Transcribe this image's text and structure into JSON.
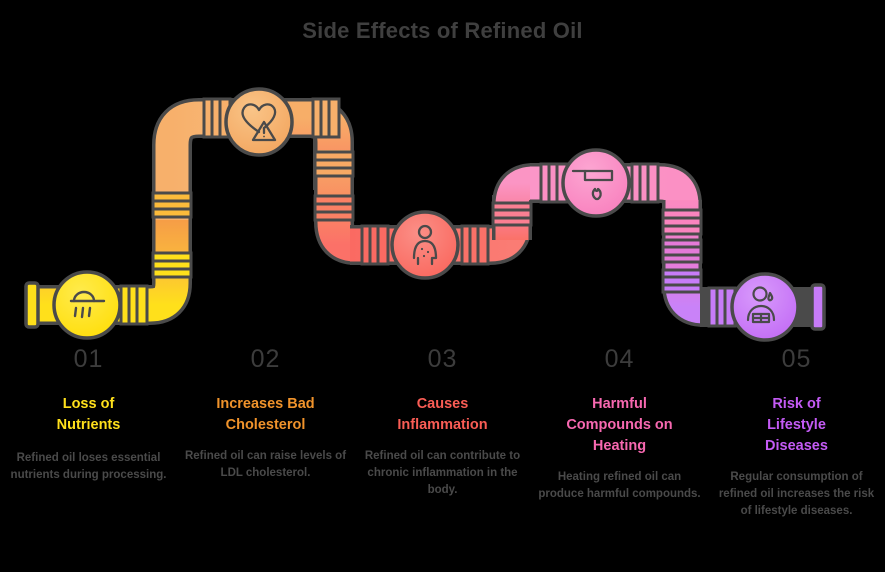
{
  "header": {
    "title": "Side Effects of Refined Oil",
    "title_color": "#3f3f3f"
  },
  "theme": {
    "background": "#000000",
    "outline": "#4a4a4a",
    "number_color": "#3c3c3c",
    "description_color": "#4a4a4a"
  },
  "steps": [
    {
      "number": "01",
      "title": "Loss of Nutrients",
      "title_line1": "Loss of",
      "title_line2": "Nutrients",
      "description": "Refined oil loses essential nutrients during processing.",
      "color": "#FFE01B",
      "color_light": "#FFEF66",
      "icon": "strainer-drip-icon"
    },
    {
      "number": "02",
      "title": "Increases Bad Cholesterol",
      "title_line1": "Increases Bad",
      "title_line2": "Cholesterol",
      "description": "Refined oil can raise levels of LDL cholesterol.",
      "color": "#F0932B",
      "color_light": "#F7B26A",
      "icon": "heart-warning-icon"
    },
    {
      "number": "03",
      "title": "Causes Inflammation",
      "title_line1": "Causes",
      "title_line2": "Inflammation",
      "description": "Refined oil can contribute to chronic inflammation in the body.",
      "color": "#FA5D55",
      "color_light": "#FC8E88",
      "icon": "inflamed-body-icon"
    },
    {
      "number": "04",
      "title": "Harmful Compounds on Heating",
      "title_line1": "Harmful",
      "title_line2": "Compounds on",
      "title_line3": "Heating",
      "description": "Heating refined oil can produce harmful compounds.",
      "color": "#F768B0",
      "color_light": "#FB9ACB",
      "icon": "pan-flame-icon"
    },
    {
      "number": "05",
      "title": "Risk of Lifestyle Diseases",
      "title_line1": "Risk of",
      "title_line2": "Lifestyle",
      "title_line3": "Diseases",
      "description": "Regular consumption of refined oil increases the risk of lifestyle diseases.",
      "color": "#C45BF5",
      "color_light": "#D88CFA",
      "icon": "sick-person-bed-icon"
    }
  ]
}
